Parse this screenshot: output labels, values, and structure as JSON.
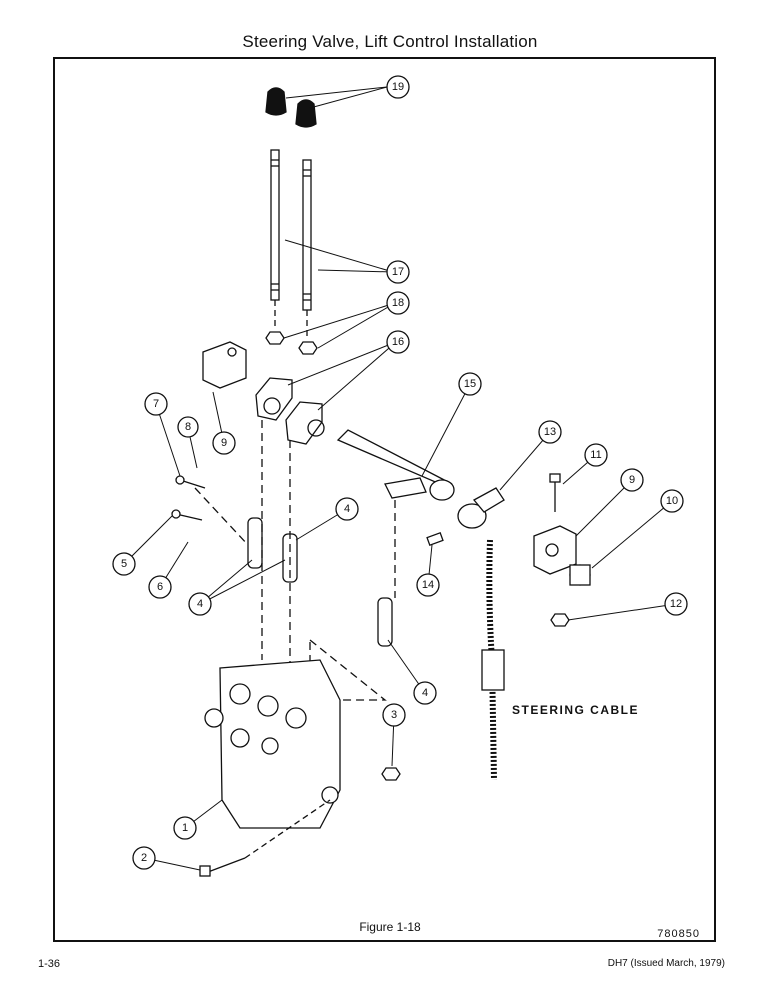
{
  "page": {
    "title": "Steering Valve, Lift Control Installation",
    "figure_caption": "Figure 1-18",
    "figure_number": "780850",
    "page_number": "1-36",
    "document_ref": "DH7 (Issued March, 1979)"
  },
  "diagram": {
    "steering_cable_label": "STEERING CABLE",
    "callouts": [
      "19",
      "17",
      "18",
      "16",
      "9",
      "7",
      "8",
      "15",
      "13",
      "11",
      "9",
      "10",
      "4",
      "5",
      "6",
      "4",
      "14",
      "12",
      "4",
      "3",
      "1",
      "2"
    ]
  }
}
